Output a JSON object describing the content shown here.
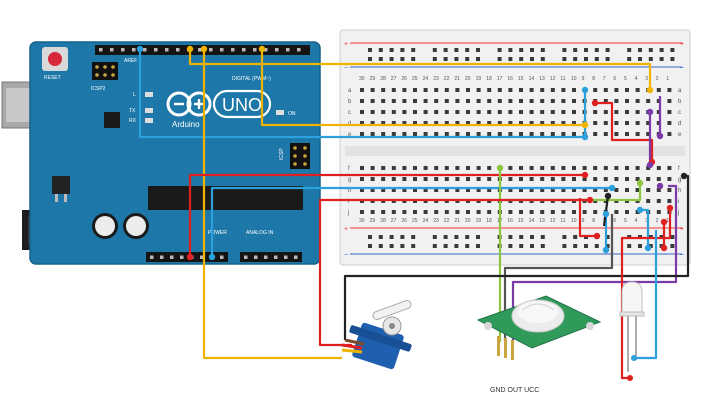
{
  "arduino": {
    "reset_label": "RESET",
    "icsp2_label": "ICSP2",
    "icsp_label": "ICSP",
    "aref_label": "AREF",
    "digital_label": "DIGITAL (PWM~)",
    "l_label": "L",
    "tx_label": "TX",
    "rx_label": "RX",
    "uno_label": "UNO",
    "brand_label": "Arduino",
    "on_label": "ON",
    "power_label": "POWER",
    "analog_label": "ANALOG IN"
  },
  "pir": {
    "pin_labels": "GND OUT UCC"
  },
  "breadboard": {
    "column_count": 30,
    "row_letters_top": [
      "a",
      "b",
      "c",
      "d",
      "e"
    ],
    "row_letters_bottom": [
      "f",
      "g",
      "h",
      "i",
      "j"
    ]
  },
  "colors": {
    "board": "#1d77a8",
    "wire_red": "#e02020",
    "wire_blue": "#2aa0dd",
    "wire_yellow": "#f0b400",
    "wire_purple": "#7a3aa8",
    "wire_green": "#8cc63f",
    "wire_black": "#222222"
  }
}
